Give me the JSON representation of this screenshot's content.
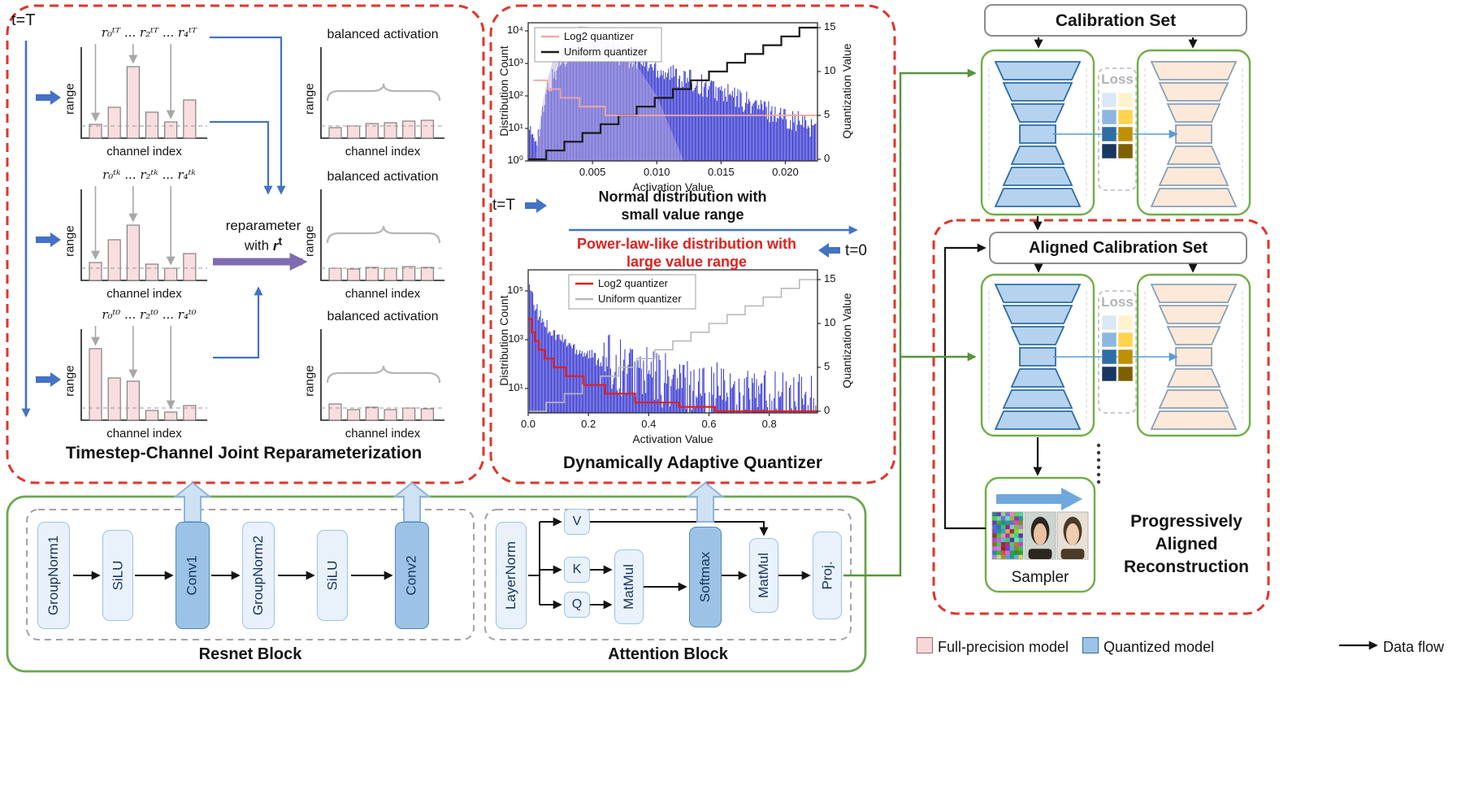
{
  "left_panel": {
    "title": "Timestep-Channel Joint Reparameterization",
    "t_label": "t=T",
    "reparam_line1": "reparameter",
    "reparam_with": "with",
    "reparam_var": "r",
    "reparam_sup": "t",
    "axis_y": "range",
    "axis_x": "channel index",
    "balanced_title": "balanced activation",
    "dashed_level": 0.15,
    "rows": [
      {
        "label": "r₀ᵗᵀ ... r₂ᵗᵀ ... r₄ᵗᵀ",
        "bars": [
          0.17,
          0.38,
          0.88,
          0.32,
          0.2,
          0.47
        ],
        "balanced": [
          0.13,
          0.15,
          0.18,
          0.19,
          0.21,
          0.22
        ]
      },
      {
        "label": "r₀ᵗᵏ ... r₂ᵗᵏ ... r₄ᵗᵏ",
        "bars": [
          0.22,
          0.5,
          0.68,
          0.2,
          0.15,
          0.33
        ],
        "balanced": [
          0.15,
          0.14,
          0.16,
          0.15,
          0.17,
          0.16
        ]
      },
      {
        "label": "r₀ᵗ⁰ ... r₂ᵗ⁰ ... r₄ᵗ⁰",
        "bars": [
          0.88,
          0.52,
          0.48,
          0.12,
          0.1,
          0.18
        ],
        "balanced": [
          0.2,
          0.13,
          0.16,
          0.13,
          0.15,
          0.14
        ]
      }
    ]
  },
  "middle_panel": {
    "title": "Dynamically Adaptive Quantizer",
    "normal_label_1": "Normal distribution with",
    "normal_label_2": "small value range",
    "power_label_1": "Power-law-like distribution with",
    "power_label_2": "large value range",
    "t_start": "t=T",
    "t_end": "t=0"
  },
  "chart_data": [
    {
      "type": "histogram",
      "position": "top",
      "title": "Normal distribution with small value range",
      "xlabel": "Activation Value",
      "ylabel_left": "Distribution Count",
      "ylabel_right": "Quantization Value",
      "xlim": [
        0,
        0.0225
      ],
      "x_ticks": [
        0.005,
        0.01,
        0.015,
        0.02
      ],
      "x_tick_labels": [
        "0.005",
        "0.010",
        "0.015",
        "0.020"
      ],
      "y_left_tick_logs": [
        0,
        1,
        2,
        3,
        4
      ],
      "y_left_tick_labels": [
        "10⁰",
        "10¹",
        "10²",
        "10³",
        "10⁴"
      ],
      "y_right_ticks": [
        0,
        5,
        10,
        15
      ],
      "legend": [
        {
          "name": "Log2 quantizer",
          "color": "#f4a8a0"
        },
        {
          "name": "Uniform quantizer",
          "color": "#1a1a1a"
        }
      ],
      "hist_color": "#2424cc",
      "kde_color": "#b7aede",
      "hist_envelope_x": [
        0.0008,
        0.0015,
        0.0025,
        0.0035,
        0.005,
        0.007,
        0.009,
        0.011,
        0.013,
        0.015,
        0.017,
        0.019,
        0.021,
        0.0225
      ],
      "hist_envelope_log10": [
        0.8,
        2.2,
        3.1,
        3.5,
        3.55,
        3.3,
        3.0,
        2.7,
        2.4,
        2.1,
        1.8,
        1.5,
        1.2,
        1.0
      ],
      "kde_x": [
        0.0006,
        0.001,
        0.0015,
        0.002,
        0.003,
        0.004,
        0.005,
        0.006,
        0.008,
        0.01,
        0.012
      ],
      "kde_log10": [
        0.2,
        1.5,
        2.5,
        3.2,
        3.9,
        4.15,
        4.1,
        3.9,
        3.2,
        2.0,
        0.1
      ],
      "log2_stairs": [
        [
          0.0004,
          9
        ],
        [
          0.0015,
          8
        ],
        [
          0.0025,
          7
        ],
        [
          0.004,
          6
        ],
        [
          0.006,
          5
        ],
        [
          0.0225,
          5
        ]
      ],
      "uniform_stairs": {
        "x0": 0,
        "dx": 0.00140625,
        "n": 16
      }
    },
    {
      "type": "histogram",
      "position": "bottom",
      "title": "Power-law-like distribution with large value range",
      "xlabel": "Activation Value",
      "ylabel_left": "Distribution Count",
      "yl": "",
      "ylabel_right": "Quantization Value",
      "xlim": [
        0,
        0.96
      ],
      "x_ticks": [
        0,
        0.2,
        0.4,
        0.6,
        0.8
      ],
      "x_tick_labels": [
        "0.0",
        "0.2",
        "0.4",
        "0.6",
        "0.8"
      ],
      "y_left_tick_logs": [
        1,
        3,
        5
      ],
      "y_left_tick_labels": [
        "10¹",
        "10³",
        "10⁵"
      ],
      "y_right_ticks": [
        0,
        5,
        10,
        15
      ],
      "legend": [
        {
          "name": "Log2 quantizer",
          "color": "#e02020"
        },
        {
          "name": "Uniform quantizer",
          "color": "#b9b9b9"
        }
      ],
      "hist_color": "#2424cc",
      "hist_envelope_x": [
        0.004,
        0.01,
        0.02,
        0.04,
        0.06,
        0.08,
        0.1,
        0.15,
        0.2,
        0.25,
        0.3,
        0.4,
        0.5,
        0.6,
        0.7,
        0.8,
        0.9,
        0.96
      ],
      "hist_envelope_log10": [
        5.1,
        4.8,
        4.4,
        3.9,
        3.6,
        3.3,
        3.1,
        2.7,
        2.4,
        2.1,
        1.9,
        1.5,
        1.2,
        1.0,
        0.8,
        0.6,
        0.45,
        0.4
      ],
      "log2_stairs": [
        [
          0.002,
          10.5
        ],
        [
          0.012,
          9
        ],
        [
          0.022,
          8
        ],
        [
          0.035,
          7
        ],
        [
          0.055,
          6
        ],
        [
          0.085,
          5
        ],
        [
          0.125,
          4
        ],
        [
          0.185,
          3
        ],
        [
          0.255,
          2
        ],
        [
          0.355,
          1
        ],
        [
          0.5,
          0.5
        ],
        [
          0.62,
          0
        ],
        [
          0.96,
          0
        ]
      ],
      "uniform_stairs": {
        "x0": 0,
        "dx": 0.06,
        "n": 16
      }
    }
  ],
  "bottom_panel": {
    "resnet": {
      "label": "Resnet Block",
      "blocks": [
        "GroupNorm1",
        "SiLU",
        "Conv1",
        "GroupNorm2",
        "SiLU",
        "Conv2"
      ]
    },
    "attention": {
      "label": "Attention Block",
      "layernorm": "LayerNorm",
      "v": "V",
      "k": "K",
      "q": "Q",
      "matmul1": "MatMul",
      "softmax": "Softmax",
      "matmul2": "MatMul",
      "proj": "Proj."
    }
  },
  "right": {
    "calibration_set": "Calibration Set",
    "aligned_calibration_set": "Aligned Calibration Set",
    "loss": "Loss",
    "sampler": "Sampler",
    "progressive_1": "Progressively",
    "progressive_2": "Aligned",
    "progressive_3": "Reconstruction"
  },
  "legend": {
    "full_precision": "Full-precision model",
    "quantized": "Quantized model",
    "data_flow": "Data flow"
  },
  "colors": {
    "red_dashed": "#e0352b",
    "green_panel": "#6aa84f",
    "green_box": "#70ad47",
    "blue_arrow": "#4472c4",
    "purple_arrow": "#7e6bb0",
    "bar_pink": "#f9dde0",
    "hist_blue": "#2424cc",
    "quantized_fill": "#b5d3ee",
    "quantized_stroke": "#2e6da4",
    "full_precision_fill": "#fde9d9",
    "full_precision_stroke": "#8aa0b8",
    "loss_blues": [
      "#dbe8f6",
      "#8cb8e0",
      "#2e6da4",
      "#17375e"
    ],
    "loss_golds": [
      "#fff2cc",
      "#ffd34d",
      "#bf9000",
      "#7f6000"
    ]
  }
}
